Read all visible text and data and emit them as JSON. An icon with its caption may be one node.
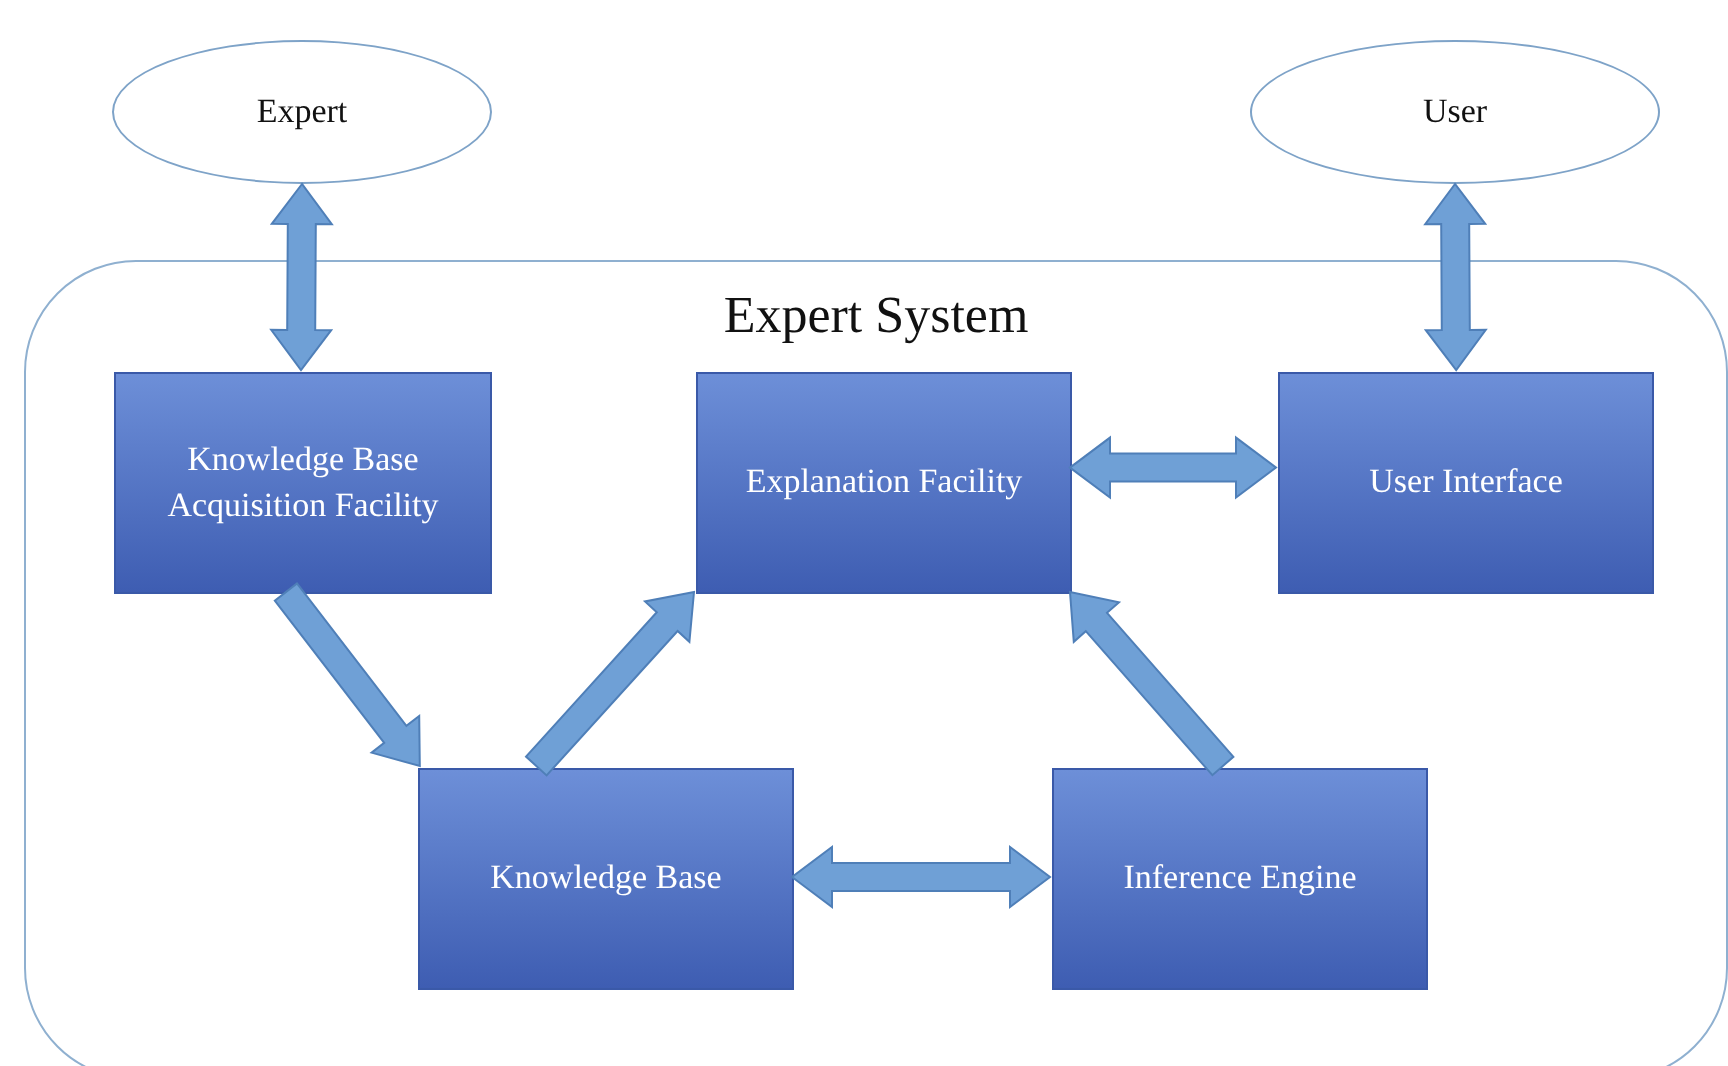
{
  "diagram": {
    "nodes": [
      {
        "text": [
          "Expert"
        ]
      },
      {
        "text": [
          "User"
        ]
      },
      {
        "text": [
          "Expert System"
        ]
      },
      {
        "text": [
          "Knowledge Base Acquisition Facility"
        ],
        "in": 2
      },
      {
        "text": [
          "Explanation Facility"
        ],
        "in": 2
      },
      {
        "text": [
          "User Interface"
        ],
        "in": 2
      },
      {
        "text": [
          "Knowledge Base"
        ],
        "in": 2
      },
      {
        "text": [
          "Inference Engine"
        ],
        "in": 2
      }
    ],
    "edges": [
      {
        "from": 0,
        "to": 3,
        "arrow": "both"
      },
      {
        "from": 1,
        "to": 5,
        "arrow": "both"
      },
      {
        "from": 4,
        "to": 5,
        "arrow": "both"
      },
      {
        "from": 3,
        "to": 6,
        "arrow": "to"
      },
      {
        "from": 6,
        "to": 4,
        "arrow": "to"
      },
      {
        "from": 7,
        "to": 4,
        "arrow": "to"
      },
      {
        "from": 6,
        "to": 7,
        "arrow": "both"
      }
    ]
  }
}
